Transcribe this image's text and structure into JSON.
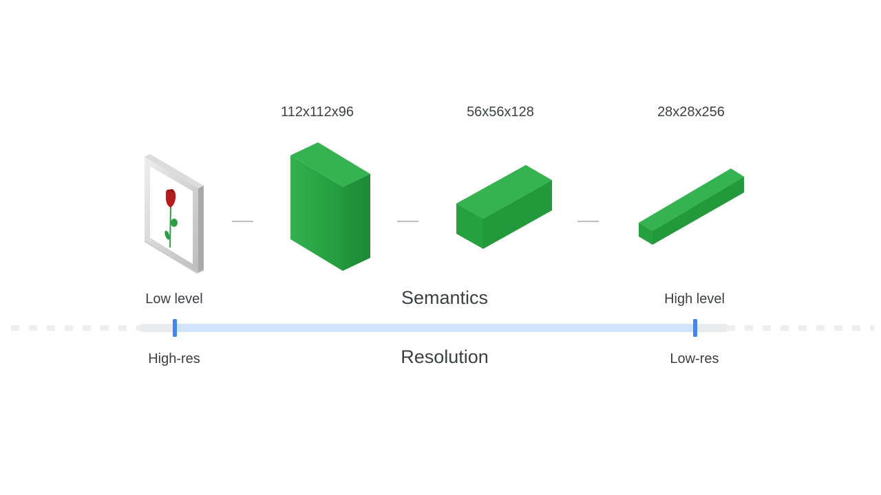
{
  "stages": [
    {
      "name": "input-image",
      "dims": ""
    },
    {
      "name": "stage-1",
      "dims": "112x112x96"
    },
    {
      "name": "stage-2",
      "dims": "56x56x128"
    },
    {
      "name": "stage-3",
      "dims": "28x28x256"
    }
  ],
  "semantics": {
    "left": "Low level",
    "title": "Semantics",
    "right": "High level"
  },
  "resolution": {
    "left": "High-res",
    "title": "Resolution",
    "right": "Low-res"
  },
  "colors": {
    "block_front": "#2ba544",
    "block_top": "#35b24f",
    "block_side": "#1e8c36",
    "track": "#d2e3fc",
    "marker": "#4285f4",
    "rose": "#b71c1c",
    "stem": "#2e9e44"
  },
  "icons": {
    "input": "framed-rose-image-icon"
  }
}
